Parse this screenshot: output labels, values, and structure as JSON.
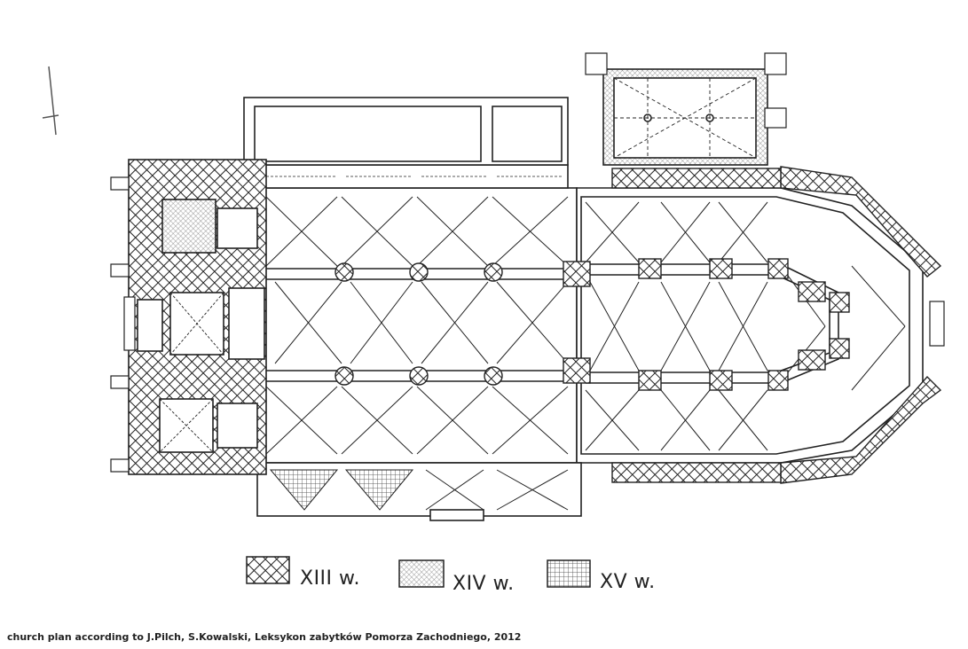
{
  "legend": [
    {
      "label": "XIII w.",
      "pattern": "cross-hatch"
    },
    {
      "label": "XIV w.",
      "pattern": "fine-hatch"
    },
    {
      "label": "XV w.",
      "pattern": "grid"
    }
  ],
  "caption": "church plan according to J.Pilch, S.Kowalski, Leksykon zabytków Pomorza Zachodniego, 2012",
  "colors": {
    "ink": "#222222",
    "paper": "#ffffff"
  }
}
